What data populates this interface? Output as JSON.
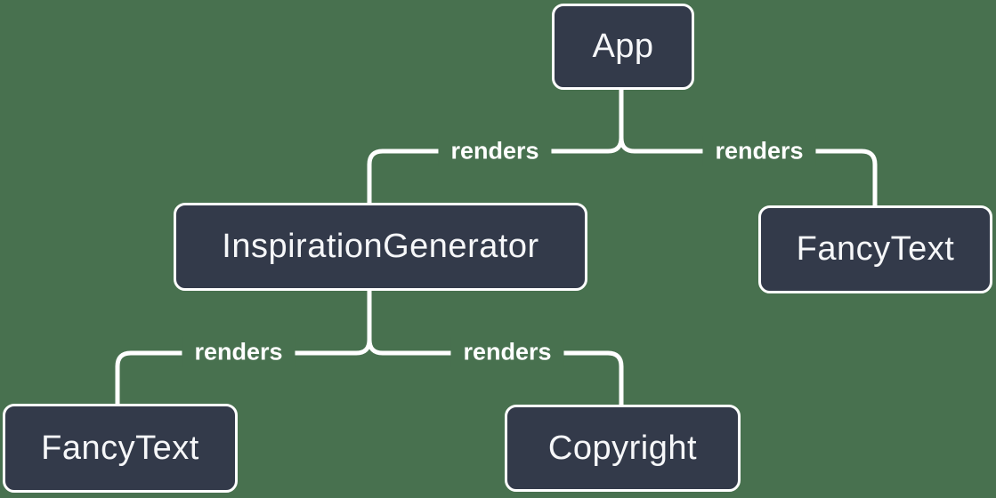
{
  "canvas": {
    "background_color": "#48714F",
    "node_fill_color": "#333A4A",
    "node_border_color": "#FFFFFF",
    "node_text_color": "#F6F7F9",
    "connector_color": "#FFFFFF",
    "edge_label_color": "#FFFFFF"
  },
  "diagram": {
    "type": "component-render-tree",
    "nodes": [
      {
        "id": "app",
        "label": "App"
      },
      {
        "id": "inspiration-generator",
        "label": "InspirationGenerator"
      },
      {
        "id": "fancy-text-top-right",
        "label": "FancyText"
      },
      {
        "id": "fancy-text-bottom-left",
        "label": "FancyText"
      },
      {
        "id": "copyright",
        "label": "Copyright"
      }
    ],
    "edges": [
      {
        "from": "App",
        "to": "InspirationGenerator",
        "label": "renders"
      },
      {
        "from": "App",
        "to": "FancyText",
        "label": "renders"
      },
      {
        "from": "InspirationGenerator",
        "to": "FancyText",
        "label": "renders"
      },
      {
        "from": "InspirationGenerator",
        "to": "Copyright",
        "label": "renders"
      }
    ]
  }
}
